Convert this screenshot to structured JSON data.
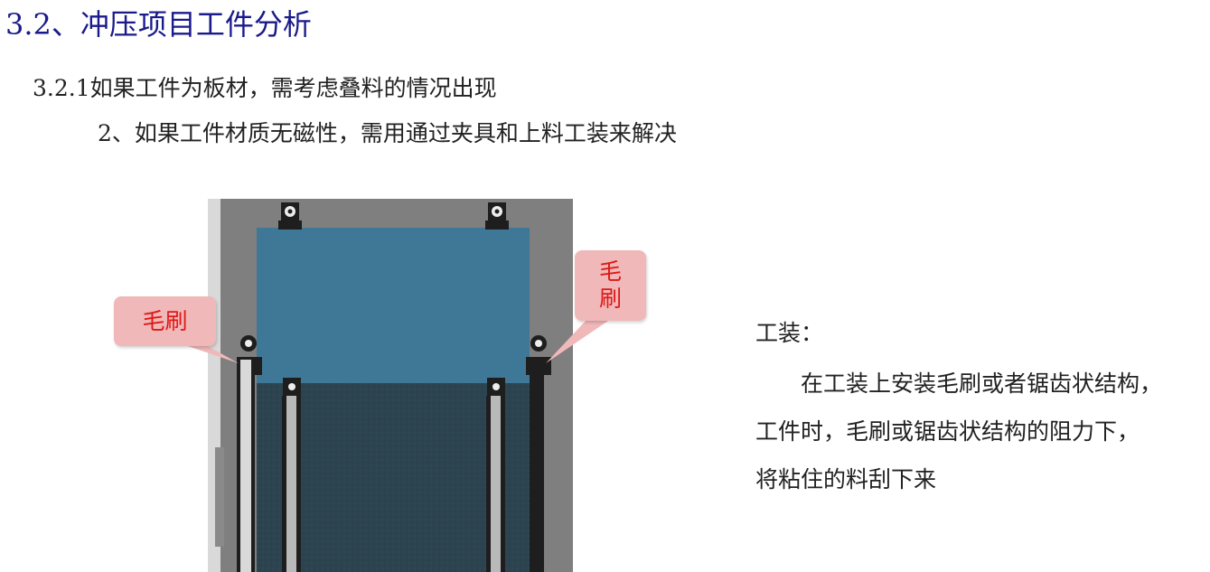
{
  "title": "3.2、冲压项目工件分析",
  "section": {
    "heading": "3.2.1如果工件为板材，需考虑叠料的情况出现",
    "point": "2、如果工件材质无磁性，需用通过夹具和上料工装来解决"
  },
  "figure": {
    "callout_left": "毛刷",
    "callout_right_line1": "毛",
    "callout_right_line2": "刷",
    "colors": {
      "frame": "#7f7f7f",
      "sheet": "#3f7896",
      "base": "#2c4350",
      "rail": "#b9b9b9",
      "callout_bg": "#f0b8b8",
      "callout_text": "#e01818"
    }
  },
  "tooling": {
    "label": "工装：",
    "lines": [
      "在工装上安装毛刷或者锯齿状结构，",
      "工件时，毛刷或锯齿状结构的阻力下，",
      "将粘住的料刮下来"
    ]
  }
}
